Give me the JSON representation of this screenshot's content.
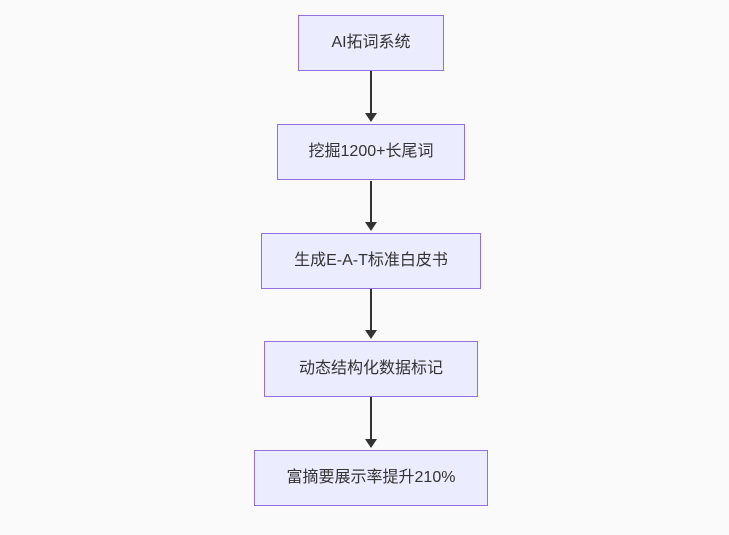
{
  "diagram": {
    "type": "flowchart",
    "direction": "top-down",
    "background_color": "#fafafa",
    "node_fill_color": "#ECECFF",
    "node_border_color": "#9370DB",
    "node_text_color": "#333333",
    "arrow_color": "#333333"
  },
  "nodes": [
    {
      "id": "n1",
      "label": "AI拓词系统"
    },
    {
      "id": "n2",
      "label": "挖掘1200+长尾词"
    },
    {
      "id": "n3",
      "label": "生成E-A-T标准白皮书"
    },
    {
      "id": "n4",
      "label": "动态结构化数据标记"
    },
    {
      "id": "n5",
      "label": "富摘要展示率提升210%"
    }
  ],
  "edges": [
    {
      "from": "n1",
      "to": "n2"
    },
    {
      "from": "n2",
      "to": "n3"
    },
    {
      "from": "n3",
      "to": "n4"
    },
    {
      "from": "n4",
      "to": "n5"
    }
  ]
}
